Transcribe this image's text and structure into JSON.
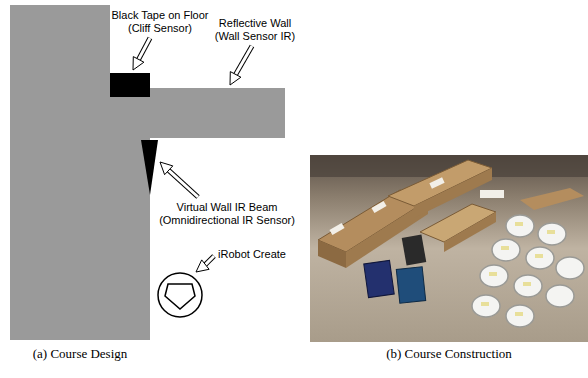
{
  "diagram": {
    "labels": [
      "Black Tape on Floor (Cliff Sensor)",
      "Reflective Wall (Wall Sensor IR)",
      "Virtual Wall IR Beam (Omnidirectional IR Sensor)",
      "iRobot Create",
      "(a) Course Design",
      "(b) Course Construction"
    ]
  }
}
